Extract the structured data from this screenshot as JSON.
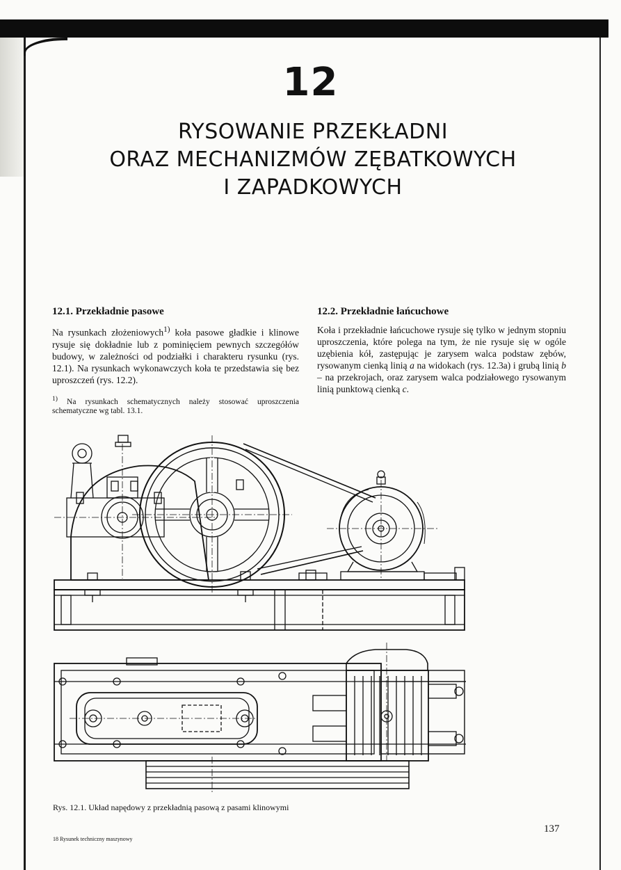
{
  "chapter": {
    "number": "12",
    "title_lines": [
      "RYSOWANIE PRZEKŁADNI",
      "ORAZ MECHANIZMÓW ZĘBATKOWYCH",
      "I ZAPADKOWYCH"
    ]
  },
  "section_1": {
    "heading": "12.1. Przekładnie pasowe",
    "paragraph_before_sup": "Na rysunkach złożeniowych",
    "sup": "1)",
    "paragraph_after_sup": " koła pasowe gładkie i klinowe rysuje się dokładnie lub z pominięciem pewnych szczegółów budowy, w zależności od podziałki i charakteru rysunku (rys. 12.1). Na rysunkach wykonawczych koła te przedstawia się bez uproszczeń (rys. 12.2).",
    "footnote_mark": "1)",
    "footnote_text": " Na rysunkach schematycznych należy stosować uproszczenia schematyczne wg tabl. 13.1."
  },
  "section_2": {
    "heading": "12.2. Przekładnie łańcuchowe",
    "text_1": "Koła i przekładnie łańcuchowe rysuje się tylko w jednym stopniu uproszczenia, które polega na tym, że nie rysuje się w ogóle uzębienia kół, zastępując je zarysem walca podstaw zębów, rysowanym cienką linią ",
    "var_a": "a",
    "text_2": " na widokach (rys. 12.3a) i grubą linią ",
    "var_b": "b",
    "text_3": " – na przekrojach, oraz zarysem walca podziałowego rysowanym linią punktową cienką ",
    "var_c": "c",
    "text_4": "."
  },
  "figure": {
    "caption": "Rys. 12.1. Układ napędowy z przekładnią pasową z pasami klinowymi"
  },
  "footer": {
    "page_number": "137",
    "running_text": "18   Rysunek techniczny maszynowy"
  }
}
